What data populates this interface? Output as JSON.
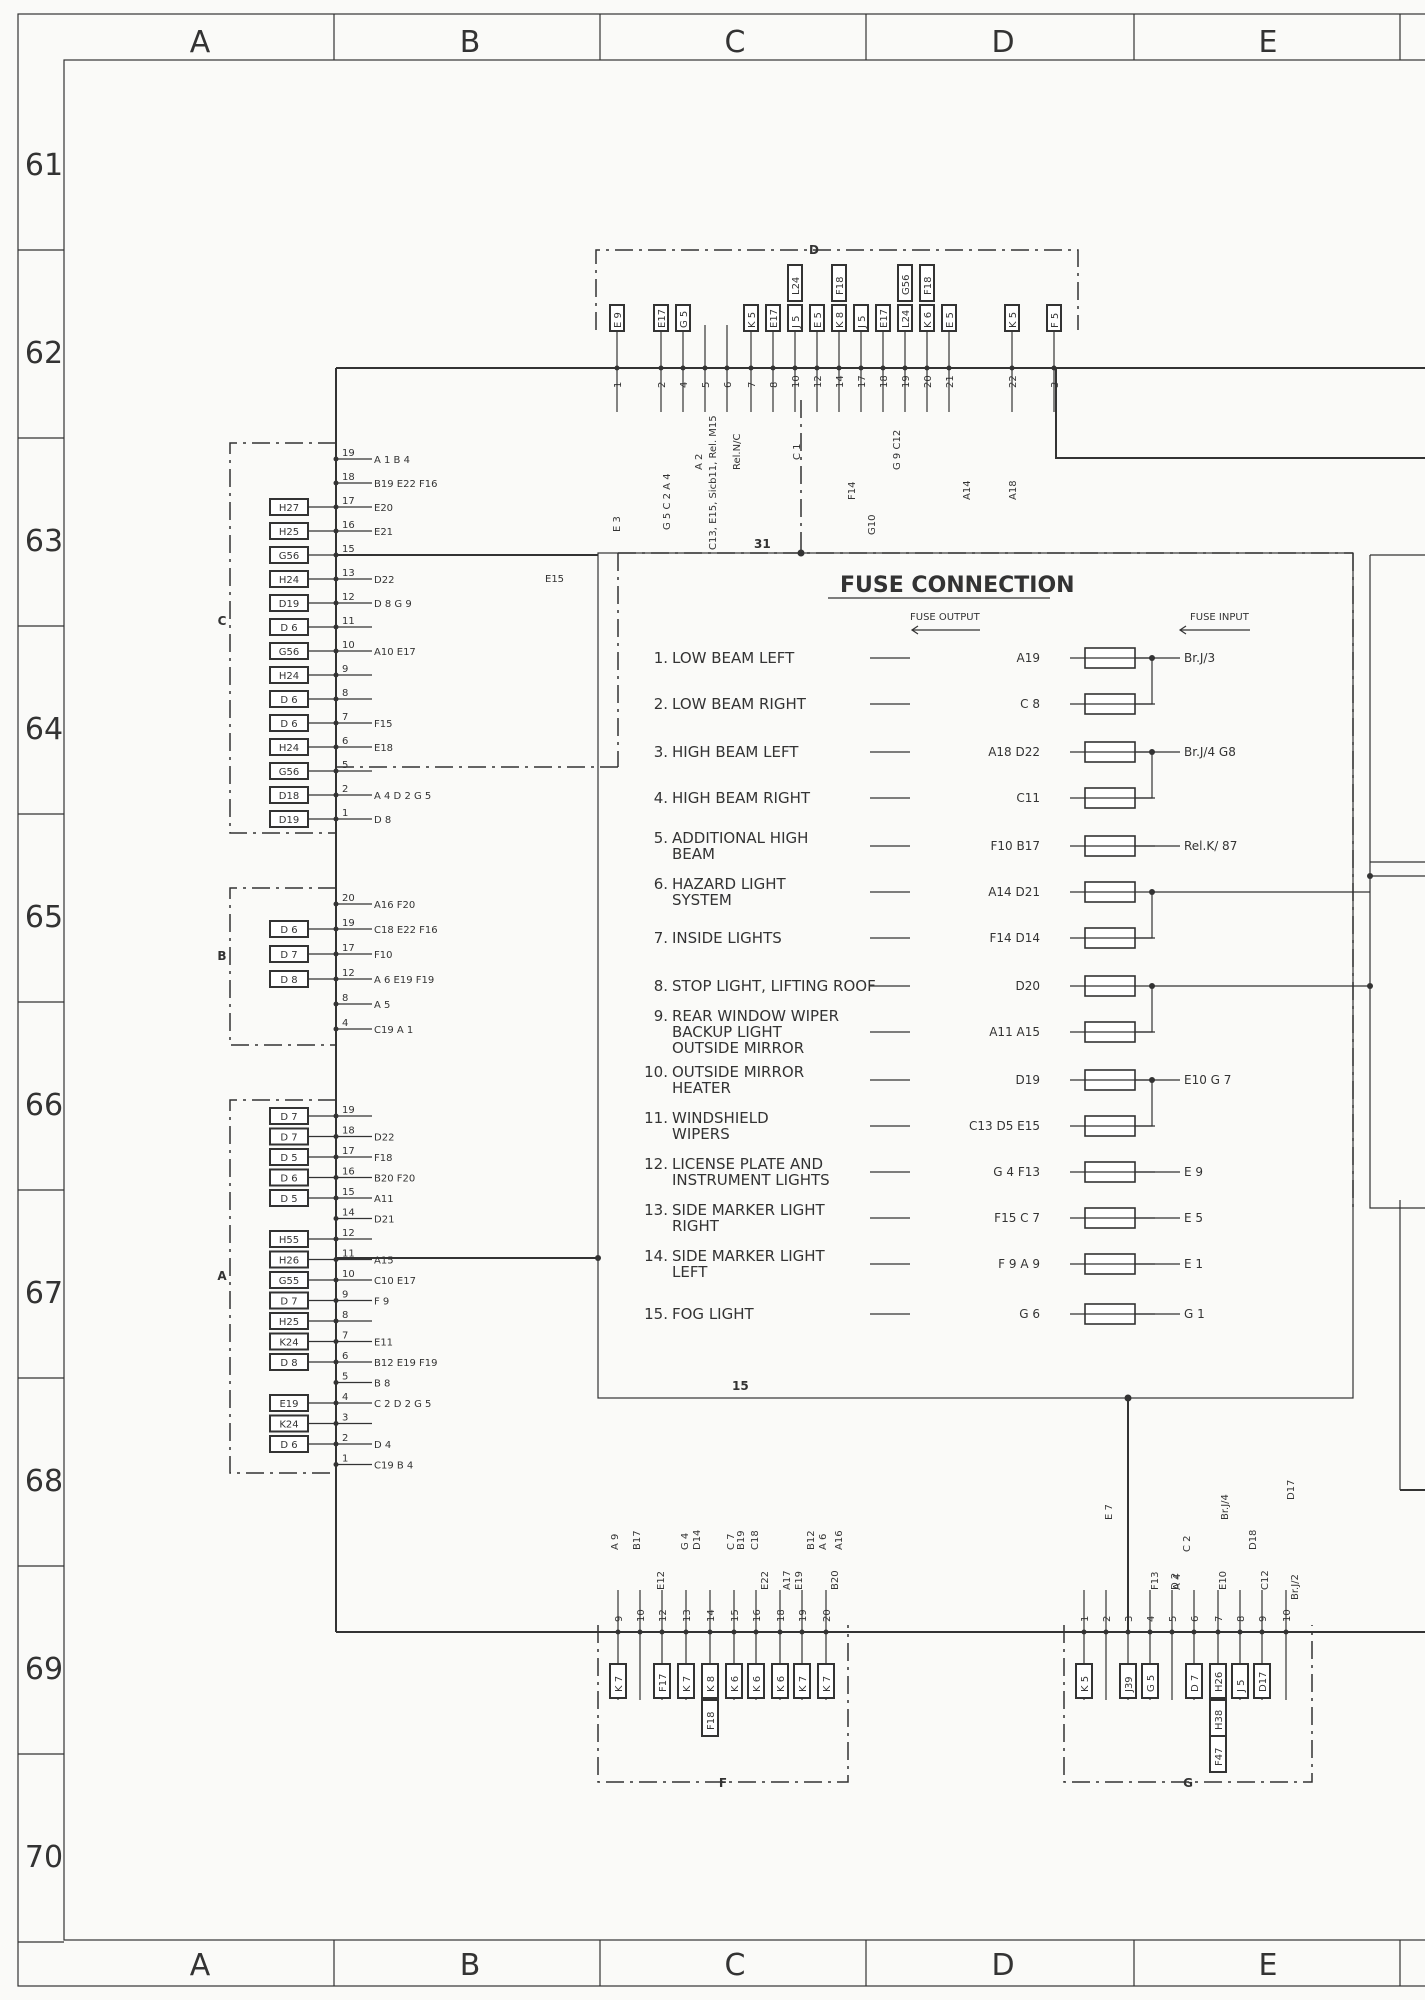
{
  "grid": {
    "cols": [
      "A",
      "B",
      "C",
      "D",
      "E"
    ],
    "rows": [
      "61",
      "62",
      "63",
      "64",
      "65",
      "66",
      "67",
      "68",
      "69",
      "70"
    ]
  },
  "title": "FUSE CONNECTION",
  "fuse_output": "FUSE OUTPUT",
  "fuse_input": "FUSE INPUT",
  "fuses": [
    {
      "no": "1.",
      "label": [
        "LOW BEAM LEFT"
      ],
      "codes": "A19",
      "input": "Br.J/3"
    },
    {
      "no": "2.",
      "label": [
        "LOW BEAM RIGHT"
      ],
      "codes": "C 8",
      "input": ""
    },
    {
      "no": "3.",
      "label": [
        "HIGH BEAM LEFT"
      ],
      "codes": "A18   D22",
      "input": "Br.J/4  G8"
    },
    {
      "no": "4.",
      "label": [
        "HIGH BEAM RIGHT"
      ],
      "codes": "C11",
      "input": ""
    },
    {
      "no": "5.",
      "label": [
        "ADDITIONAL HIGH",
        "BEAM"
      ],
      "codes": "F10   B17",
      "input": "Rel.K/ 87"
    },
    {
      "no": "6.",
      "label": [
        "HAZARD LIGHT",
        "SYSTEM"
      ],
      "codes": "A14   D21",
      "input": ""
    },
    {
      "no": "7.",
      "label": [
        "INSIDE LIGHTS"
      ],
      "codes": "F14   D14",
      "input": ""
    },
    {
      "no": "8.",
      "label": [
        "STOP LIGHT,  LIFTING ROOF"
      ],
      "codes": "D20",
      "input": ""
    },
    {
      "no": "9.",
      "label": [
        "REAR WINDOW WIPER",
        "BACKUP LIGHT",
        "OUTSIDE MIRROR"
      ],
      "codes": "A11   A15",
      "input": ""
    },
    {
      "no": "10.",
      "label": [
        "OUTSIDE MIRROR",
        "HEATER"
      ],
      "codes": "D19",
      "input": "E10    G 7"
    },
    {
      "no": "11.",
      "label": [
        "WINDSHIELD",
        "WIPERS"
      ],
      "codes": "C13     D5   E15",
      "input": ""
    },
    {
      "no": "12.",
      "label": [
        "LICENSE PLATE AND",
        "INSTRUMENT LIGHTS"
      ],
      "codes": "G 4   F13",
      "input": "E 9"
    },
    {
      "no": "13.",
      "label": [
        "SIDE MARKER LIGHT",
        "RIGHT"
      ],
      "codes": "F15   C 7",
      "input": "E 5"
    },
    {
      "no": "14.",
      "label": [
        "SIDE MARKER LIGHT",
        "LEFT"
      ],
      "codes": "F 9   A 9",
      "input": "E 1"
    },
    {
      "no": "15.",
      "label": [
        "FOG LIGHT"
      ],
      "codes": "G 6",
      "input": "G 1"
    }
  ],
  "connectors": {
    "C": "C",
    "B": "B",
    "A": "A",
    "D": "D",
    "F": "F",
    "G": "G"
  },
  "wire_31": "31",
  "wire_15": "15",
  "c_pins": [
    {
      "pin": "19",
      "code": "",
      "right": "A 1    B 4"
    },
    {
      "pin": "18",
      "code": "",
      "right": "B19   E22   F16"
    },
    {
      "pin": "17",
      "code": "H27",
      "right": "E20"
    },
    {
      "pin": "16",
      "code": "H25",
      "right": "E21"
    },
    {
      "pin": "15",
      "code": "G56",
      "right": ""
    },
    {
      "pin": "13",
      "code": "H24",
      "right": "D22"
    },
    {
      "pin": "12",
      "code": "D19",
      "right": "D 8    G 9"
    },
    {
      "pin": "11",
      "code": "D 6",
      "right": ""
    },
    {
      "pin": "10",
      "code": "G56",
      "right": "A10    E17"
    },
    {
      "pin": "9",
      "code": "H24",
      "right": ""
    },
    {
      "pin": "8",
      "code": "D 6",
      "right": ""
    },
    {
      "pin": "7",
      "code": "D 6",
      "right": "F15"
    },
    {
      "pin": "6",
      "code": "H24",
      "right": "E18"
    },
    {
      "pin": "5",
      "code": "G56",
      "right": ""
    },
    {
      "pin": "2",
      "code": "D18",
      "right": "A 4    D 2    G 5"
    },
    {
      "pin": "1",
      "code": "D19",
      "right": "D 8"
    }
  ],
  "c_e15": "E15",
  "b_pins": [
    {
      "pin": "20",
      "code": "",
      "right": "A16    F20"
    },
    {
      "pin": "19",
      "code": "D 6",
      "right": "C18    E22   F16"
    },
    {
      "pin": "17",
      "code": "D 7",
      "right": "F10"
    },
    {
      "pin": "12",
      "code": "D 8",
      "right": "A 6    E19    F19"
    },
    {
      "pin": "8",
      "code": "",
      "right": "A 5"
    },
    {
      "pin": "4",
      "code": "",
      "right": "C19    A 1"
    }
  ],
  "a_pins": [
    {
      "pin": "19",
      "code": "D 7",
      "right": ""
    },
    {
      "pin": "18",
      "code": "D 7",
      "right": "D22"
    },
    {
      "pin": "17",
      "code": "D 5",
      "right": "F18"
    },
    {
      "pin": "16",
      "code": "D 6",
      "right": "B20   F20"
    },
    {
      "pin": "15",
      "code": "D 5",
      "right": "A11"
    },
    {
      "pin": "14",
      "code": "",
      "right": "D21"
    },
    {
      "pin": "12",
      "code": "H55",
      "right": ""
    },
    {
      "pin": "11",
      "code": "H26",
      "right": "A15"
    },
    {
      "pin": "10",
      "code": "G55",
      "right": "C10   E17"
    },
    {
      "pin": "9",
      "code": "D 7",
      "right": "F 9"
    },
    {
      "pin": "8",
      "code": "H25",
      "right": ""
    },
    {
      "pin": "7",
      "code": "K24",
      "right": "E11"
    },
    {
      "pin": "6",
      "code": "D 8",
      "right": "B12   E19   F19"
    },
    {
      "pin": "5",
      "code": "",
      "right": "B 8"
    },
    {
      "pin": "4",
      "code": "E19",
      "right": "C 2    D 2    G 5"
    },
    {
      "pin": "3",
      "code": "K24",
      "right": ""
    },
    {
      "pin": "2",
      "code": "D 6",
      "right": "D 4"
    },
    {
      "pin": "1",
      "code": "",
      "right": "C19    B 4"
    }
  ],
  "d_pins": [
    {
      "pin": "1",
      "code": "E 9",
      "top": ""
    },
    {
      "pin": "2",
      "code": "E17",
      "top": ""
    },
    {
      "pin": "4",
      "code": "G 5",
      "top": ""
    },
    {
      "pin": "5",
      "code": "",
      "top": ""
    },
    {
      "pin": "6",
      "code": "",
      "top": ""
    },
    {
      "pin": "7",
      "code": "K 5",
      "top": ""
    },
    {
      "pin": "8",
      "code": "E17",
      "top": ""
    },
    {
      "pin": "10",
      "code": "J 5",
      "top": "L24"
    },
    {
      "pin": "12",
      "code": "E 5",
      "top": ""
    },
    {
      "pin": "14",
      "code": "K 8",
      "top": "F18"
    },
    {
      "pin": "17",
      "code": "J 5",
      "top": ""
    },
    {
      "pin": "18",
      "code": "E17",
      "top": ""
    },
    {
      "pin": "19",
      "code": "L24",
      "top": "G56"
    },
    {
      "pin": "20",
      "code": "K 6",
      "top": "F18"
    },
    {
      "pin": "21",
      "code": "E 5",
      "top": ""
    },
    {
      "pin": "22",
      "code": "K 5",
      "top": ""
    },
    {
      "pin": "3",
      "code": "F 5",
      "top": ""
    }
  ],
  "d_codes": [
    "E 3",
    "G 5   C 2   A 4",
    "A 2",
    "C13, E15, Sicb11, Rel. M15",
    "Rel.N/C",
    "C 1",
    "F14",
    "G10",
    "G 9   C12",
    "A14",
    "A18"
  ],
  "f_pins": [
    {
      "pin": "9",
      "code": "K 7",
      "bottom": ""
    },
    {
      "pin": "10",
      "code": "",
      "bottom": ""
    },
    {
      "pin": "12",
      "code": "F17",
      "bottom": ""
    },
    {
      "pin": "13",
      "code": "K 7",
      "bottom": ""
    },
    {
      "pin": "14",
      "code": "K 8",
      "bottom": "F18"
    },
    {
      "pin": "15",
      "code": "K 6",
      "bottom": ""
    },
    {
      "pin": "16",
      "code": "K 6",
      "bottom": ""
    },
    {
      "pin": "18",
      "code": "K 6",
      "bottom": ""
    },
    {
      "pin": "19",
      "code": "K 7",
      "bottom": ""
    },
    {
      "pin": "20",
      "code": "K 7",
      "bottom": ""
    }
  ],
  "f_codes": [
    "A 9",
    "B17",
    "E12",
    "G 4",
    "D14",
    "C 7",
    "B19",
    "C18",
    "E22",
    "A17",
    "E19",
    "B12",
    "A 6",
    "B20",
    "A16"
  ],
  "g_pins": [
    {
      "pin": "1",
      "code": "K 5",
      "bottom": ""
    },
    {
      "pin": "2",
      "code": "",
      "bottom": ""
    },
    {
      "pin": "3",
      "code": "J39",
      "bottom": ""
    },
    {
      "pin": "4",
      "code": "G 5",
      "bottom": ""
    },
    {
      "pin": "5",
      "code": "",
      "bottom": ""
    },
    {
      "pin": "6",
      "code": "D 7",
      "bottom": ""
    },
    {
      "pin": "7",
      "code": "H26",
      "bottom": "H38"
    },
    {
      "pin": "8",
      "code": "J 5",
      "bottom": ""
    },
    {
      "pin": "9",
      "code": "D17",
      "bottom": ""
    },
    {
      "pin": "10",
      "code": "",
      "bottom": ""
    }
  ],
  "g_extra": "F47",
  "g_codes": [
    "E 7",
    "F13",
    "A 4",
    "C 2",
    "D 2",
    "E10",
    "Br.J/4",
    "C12",
    "D18",
    "D17",
    "Br.J/2"
  ]
}
